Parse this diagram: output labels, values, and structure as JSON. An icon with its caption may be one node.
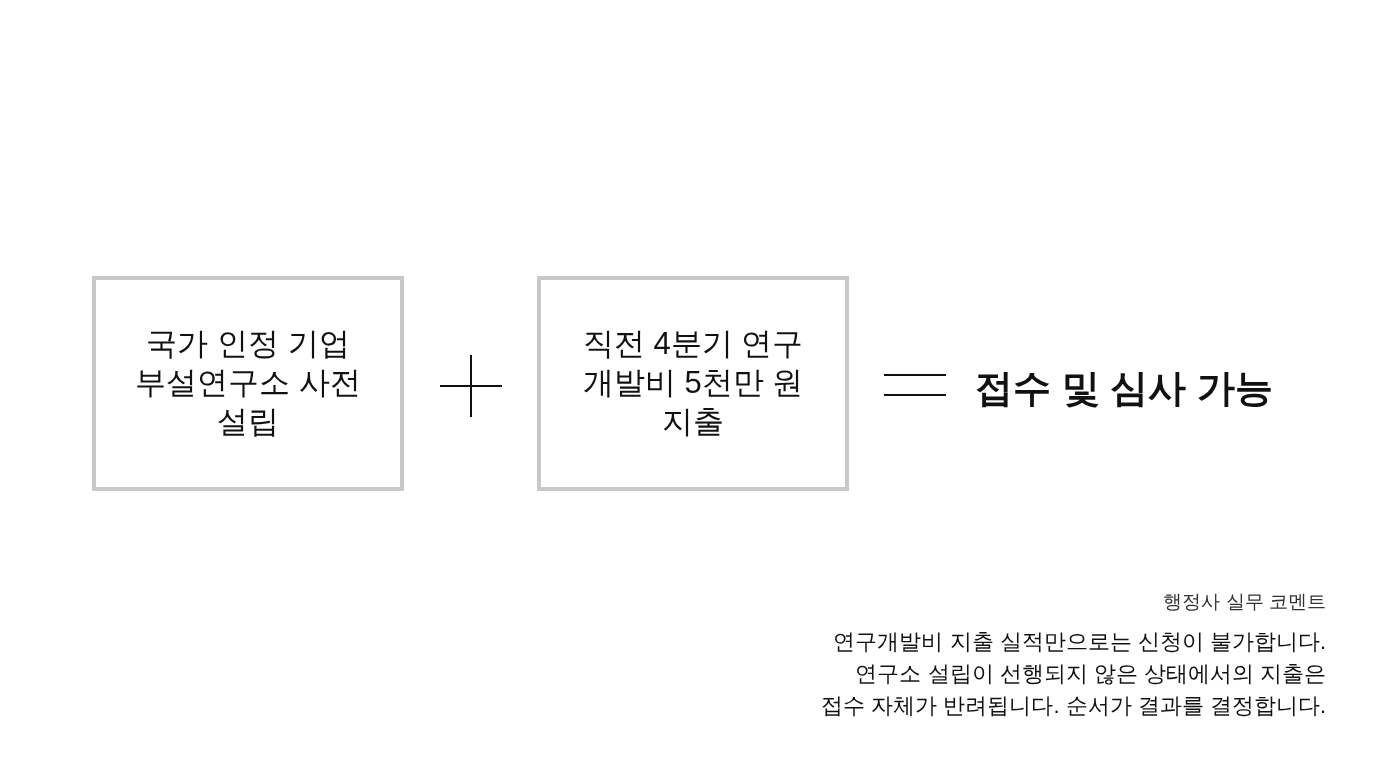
{
  "diagram": {
    "nodes": [
      {
        "text": [
          "국가 인정 기업부설연구소 사전 설립"
        ]
      },
      {
        "text": [
          "직전 4분기 연구개발비 5천만 원 지출"
        ]
      }
    ],
    "labels": [
      "접수 및 심사 가능",
      "행정사 실무 코멘트",
      "연구개발비 지출 실적만으로는 신청이 불가합니다.",
      "연구소 설립이 선행되지 않은 상태에서의 지출은",
      "접수 자체가 반려됩니다. 순서가 결과를 결정합니다."
    ]
  }
}
